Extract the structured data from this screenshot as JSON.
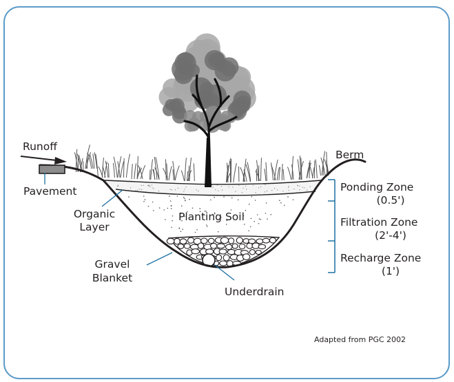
{
  "colors": {
    "frame": "#5b9bc9",
    "leader": "#1a6fa0",
    "ink": "#231f20",
    "pavement": "#8c8c8c",
    "foliage_dark": "#6e6e6e",
    "foliage_light": "#a8a8a8"
  },
  "labels": {
    "runoff": "Runoff",
    "pavement": "Pavement",
    "organic_layer_1": "Organic",
    "organic_layer_2": "Layer",
    "planting_soil": "Planting Soil",
    "gravel_1": "Gravel",
    "gravel_2": "Blanket",
    "underdrain": "Underdrain",
    "berm": "Berm"
  },
  "zones": [
    {
      "name": "Ponding Zone",
      "depth": "(0.5')"
    },
    {
      "name": "Filtration Zone",
      "depth": "(2'-4')"
    },
    {
      "name": "Recharge Zone",
      "depth": "(1')"
    }
  ],
  "credit": "Adapted from PGC 2002"
}
